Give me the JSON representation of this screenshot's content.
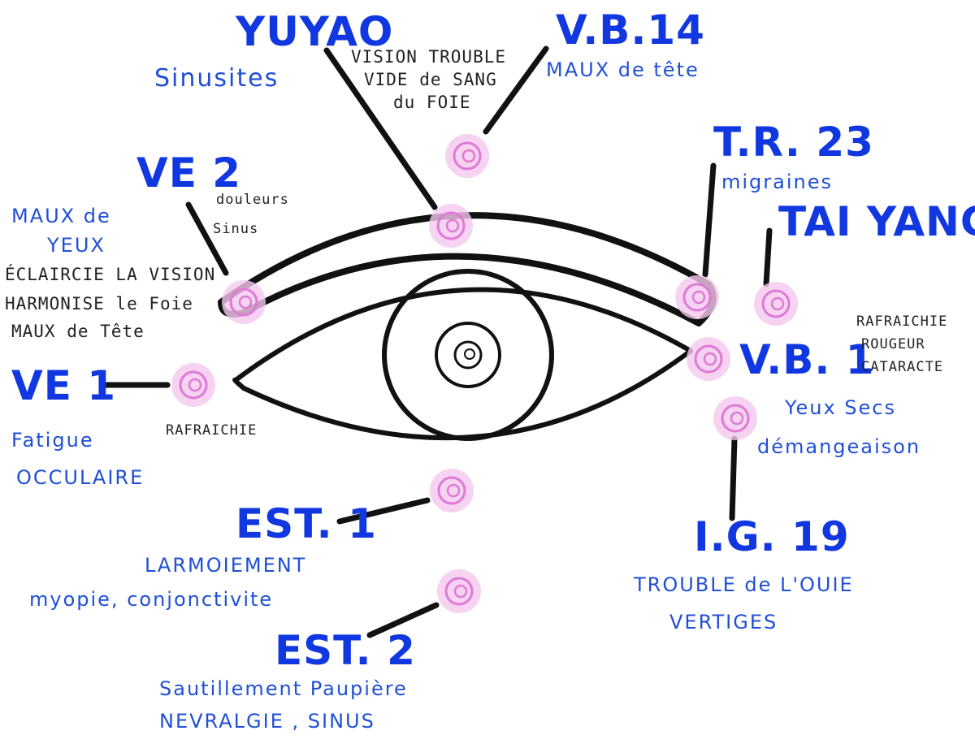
{
  "colors": {
    "ink": "#111111",
    "point_fill": "#f3c8ee",
    "point_stroke": "#e07ad6",
    "label_blue": "#1138e0",
    "text_blue": "#1f4fd6",
    "note_black": "#222222"
  },
  "points": {
    "yuyao": {
      "name": "YUYAO",
      "desc": [
        "Sinusites"
      ],
      "note": [
        "VISION TROUBLE",
        "VIDE de SANG",
        "du FOIE"
      ]
    },
    "vb14": {
      "name": "V.B.14",
      "desc": [
        "MAUX de tête"
      ]
    },
    "ve2": {
      "name": "VE 2",
      "desc": [
        "MAUX de",
        "YEUX"
      ],
      "notes": [
        "ÉCLAIRCIE LA VISION",
        "HARMONISE le Foie",
        "MAUX de Tête"
      ],
      "side_note": [
        "douleurs",
        "Sinus"
      ]
    },
    "tr23": {
      "name": "T.R. 23",
      "desc": [
        "migraines"
      ]
    },
    "taiyang": {
      "name": "TAI YANG"
    },
    "vb1": {
      "name": "V.B. 1",
      "notes": [
        "RAFRAICHIE",
        "ROUGEUR",
        "CATARACTE"
      ],
      "desc": [
        "Yeux Secs",
        "démangeaison"
      ]
    },
    "ve1": {
      "name": "VE 1",
      "desc": [
        "Fatigue",
        "OCCULAIRE"
      ],
      "note": "RAFRAICHIE"
    },
    "est1": {
      "name": "EST. 1",
      "desc": [
        "LARMOIEMENT",
        "myopie, conjonctivite"
      ]
    },
    "est2": {
      "name": "EST. 2",
      "desc": [
        "Sautillement Paupière",
        "NEVRALGIE , SINUS"
      ]
    },
    "ig19": {
      "name": "I.G. 19",
      "desc": [
        "TROUBLE de L'OUIE",
        "VERTIGES"
      ]
    }
  }
}
